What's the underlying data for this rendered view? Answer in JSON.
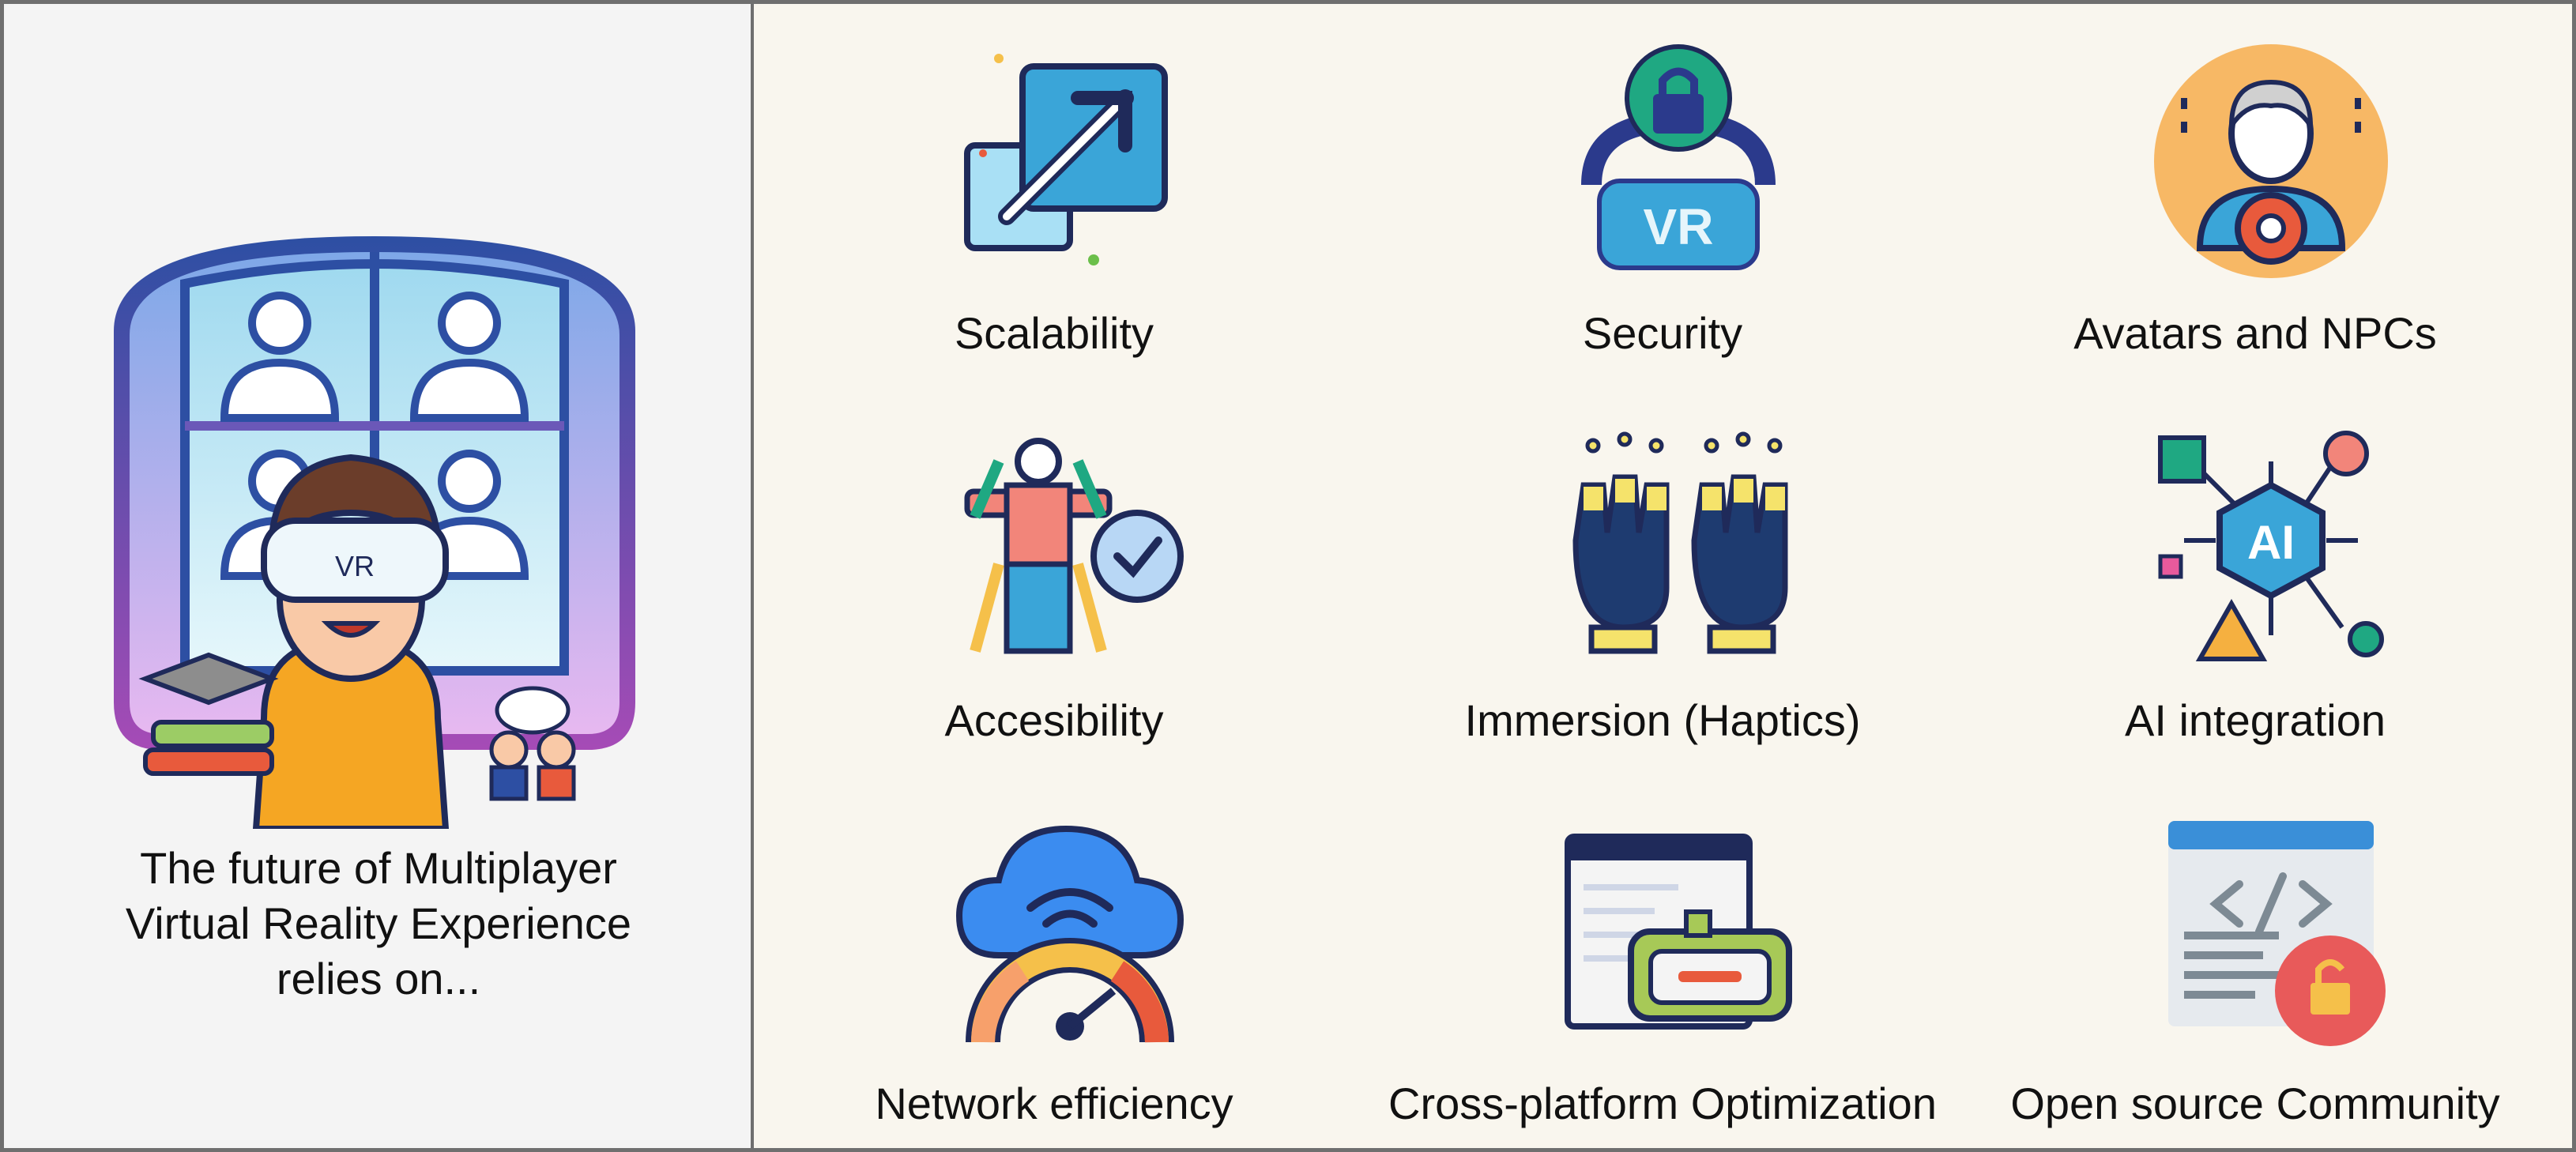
{
  "intro": {
    "text": "The future of Multiplayer\nVirtual Reality Experience\nrelies on...",
    "hero_icon": "vr-multiplayer-illustration",
    "headset_text": "VR"
  },
  "features": [
    {
      "label": "Scalability",
      "icon": "scale-arrow-icon"
    },
    {
      "label": "Security",
      "icon": "vr-lock-icon",
      "icon_text": "VR"
    },
    {
      "label": "Avatars and NPCs",
      "icon": "avatar-gear-icon"
    },
    {
      "label": "Accesibility",
      "icon": "accessibility-figure-icon"
    },
    {
      "label": "Immersion (Haptics)",
      "icon": "haptic-gloves-icon"
    },
    {
      "label": "AI integration",
      "icon": "ai-chip-icon",
      "icon_text": "AI"
    },
    {
      "label": "Network efficiency",
      "icon": "cloud-speedometer-icon"
    },
    {
      "label": "Cross-platform Optimization",
      "icon": "browser-headset-icon"
    },
    {
      "label": "Open source Community",
      "icon": "code-unlock-icon"
    }
  ],
  "colors": {
    "left_bg": "#f4f4f4",
    "right_bg": "#f9f6ee",
    "border": "#6f6f6f",
    "outline": "#1f2a5a"
  }
}
